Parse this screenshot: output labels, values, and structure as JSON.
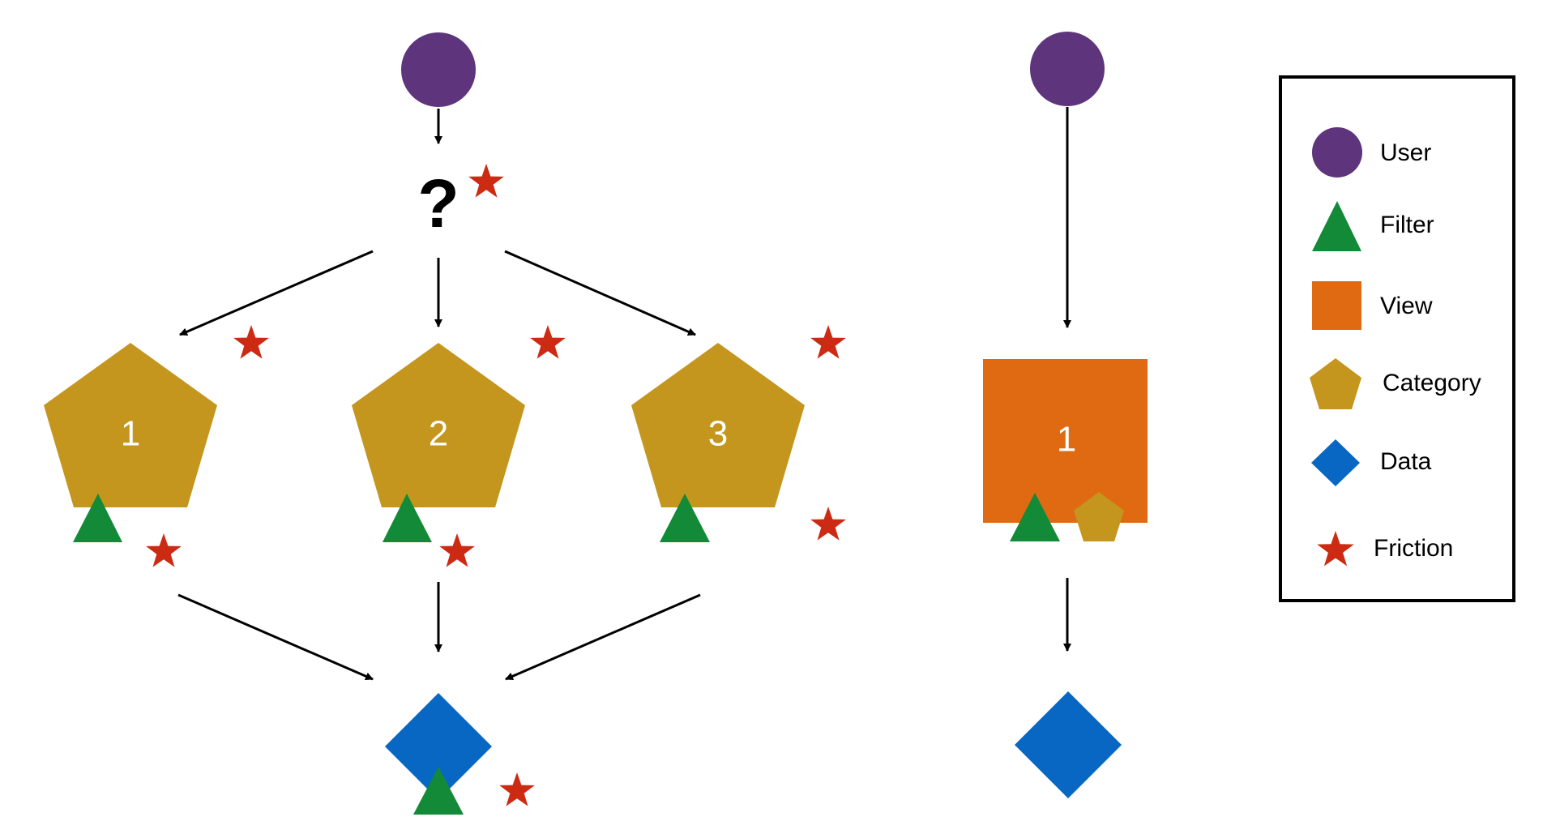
{
  "colors": {
    "user": "#5e347c",
    "filter": "#128a37",
    "view": "#e06a12",
    "category": "#c4961d",
    "data": "#0767c3",
    "friction": "#cc2a12",
    "arrow": "#000000"
  },
  "left_flow": {
    "question_mark": "?",
    "categories": [
      {
        "label": "1"
      },
      {
        "label": "2"
      },
      {
        "label": "3"
      }
    ]
  },
  "right_flow": {
    "view_label": "1"
  },
  "legend": {
    "items": [
      {
        "label": "User",
        "icon": "circle"
      },
      {
        "label": "Filter",
        "icon": "triangle"
      },
      {
        "label": "View",
        "icon": "square"
      },
      {
        "label": "Category",
        "icon": "pentagon"
      },
      {
        "label": "Data",
        "icon": "diamond"
      },
      {
        "label": "Friction",
        "icon": "star"
      }
    ]
  }
}
